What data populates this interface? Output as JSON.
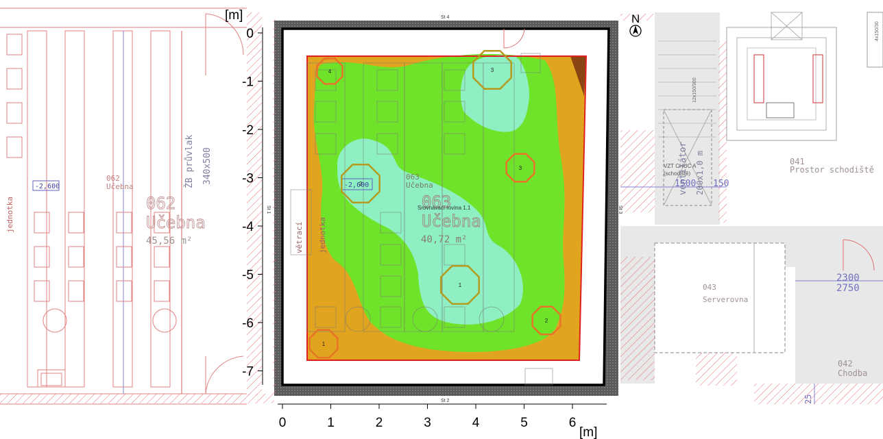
{
  "axes": {
    "x_unit": "[m]",
    "y_unit": "[m]",
    "x_ticks": [
      "0",
      "1",
      "2",
      "3",
      "4",
      "5",
      "6"
    ],
    "y_ticks": [
      "0",
      "-1",
      "-2",
      "-3",
      "-4",
      "-5",
      "-6",
      "-7"
    ]
  },
  "compass": {
    "label": "N"
  },
  "walls": {
    "top": "St 4",
    "bottom": "St 2",
    "left": "St 1",
    "right": "St 3"
  },
  "room_main": {
    "number": "063",
    "name": "Učebna",
    "area": "40,72 m²",
    "number_small": "063",
    "name_small": "Učebna",
    "plane_label": "Srovnávací rovina 1.1"
  },
  "room_left": {
    "number": "062",
    "name": "Učebna",
    "area": "45,56 m²",
    "number_small": "062",
    "name_small": "Učebna",
    "beam_label": "ŽB průvlak",
    "beam_size": "340x500"
  },
  "level_marks": {
    "left": "-2,600",
    "main": "-2,600"
  },
  "vent_labels": {
    "unit_main": "jednotka",
    "vent_main": "větrací",
    "unit_left": "jednotka"
  },
  "luminaires": [
    {
      "id": "4",
      "color": "#e8742a"
    },
    {
      "id": "3",
      "color": "#b59a1e"
    },
    {
      "id": "3",
      "color": "#e8742a"
    },
    {
      "id": "2",
      "color": "#b59a1e"
    },
    {
      "id": "1",
      "color": "#b59a1e"
    },
    {
      "id": "2",
      "color": "#e8742a"
    },
    {
      "id": "1",
      "color": "#e8742a"
    }
  ],
  "right_side": {
    "room_041_number": "041",
    "room_041_name": "Prostor schodiště",
    "room_043_number": "043",
    "room_043_name": "Serverovna",
    "room_042_number": "042",
    "room_042_name": "Chodba",
    "vzt_label": "VZT CHUC A",
    "vzt_sub": "(schodiště)",
    "ventilator": "ventilátor",
    "ventilator_size": "200x1,0 m",
    "dim_1500": "1500",
    "dim_150": "150",
    "dim_2300": "2300",
    "dim_2750": "2750",
    "dim_25": "25",
    "duct_1": "12x150/300",
    "duct_2": "4x150/30"
  },
  "colors": {
    "orange": "#e0a41e",
    "green": "#6fe22a",
    "mint": "#8ef0c2",
    "brown": "#8b4513",
    "red": "#e02020",
    "wall_gray": "#555555",
    "plan_line": "#e06060"
  }
}
